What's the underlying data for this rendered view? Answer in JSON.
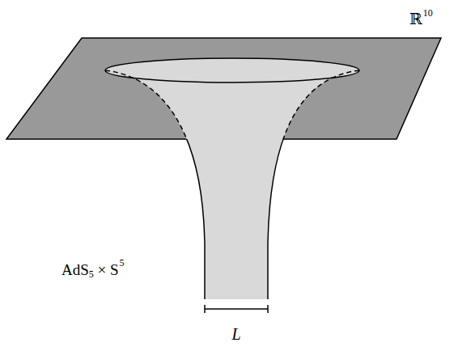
{
  "diagram": {
    "labels": [
      "ℝ",
      "10",
      "AdS",
      "5",
      " × S",
      "5",
      "L"
    ]
  }
}
